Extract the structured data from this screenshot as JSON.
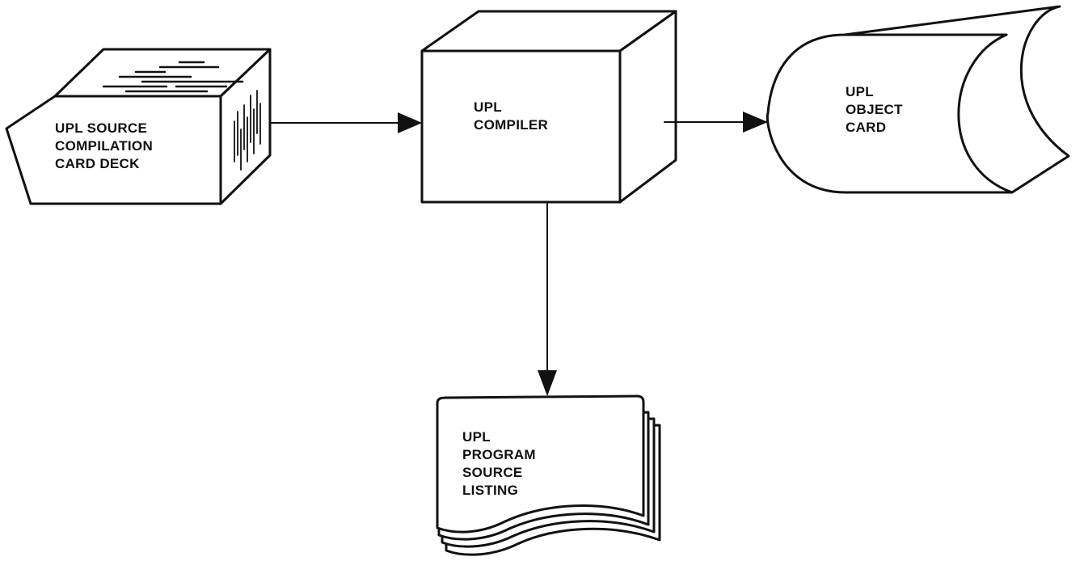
{
  "nodes": {
    "source_deck": {
      "lines": [
        "UPL SOURCE",
        "COMPILATION",
        "CARD DECK"
      ]
    },
    "compiler": {
      "lines": [
        "UPL",
        "COMPILER"
      ]
    },
    "object_card": {
      "lines": [
        "UPL",
        "OBJECT",
        "CARD"
      ]
    },
    "listing": {
      "lines": [
        "UPL",
        "PROGRAM",
        "SOURCE",
        "LISTING"
      ]
    }
  },
  "colors": {
    "ink": "#111111",
    "background": "#ffffff"
  }
}
